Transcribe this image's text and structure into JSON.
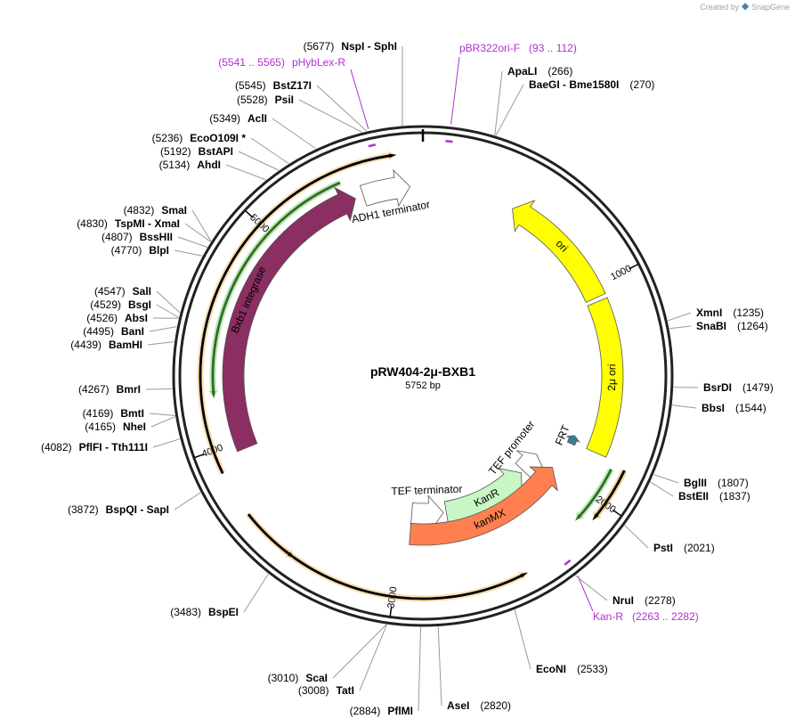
{
  "brand": {
    "created_by": "Created by",
    "product": "SnapGene",
    "icon": "snapgene-logo-icon"
  },
  "map": {
    "name": "pRW404-2μ-BXB1",
    "length_label": "5752 bp",
    "length": 5752
  },
  "ticks": [
    {
      "pos": 1000,
      "label": "1000"
    },
    {
      "pos": 2000,
      "label": "2000"
    },
    {
      "pos": 3000,
      "label": "3000"
    },
    {
      "pos": 4000,
      "label": "4000"
    },
    {
      "pos": 5000,
      "label": "5000"
    }
  ],
  "features": [
    {
      "name": "ori",
      "start": 450,
      "end": 1050,
      "ring": 0,
      "color": "#ffff00",
      "strand": -1,
      "label_inside": true
    },
    {
      "name": "2μ ori",
      "start": 1070,
      "end": 1820,
      "ring": 0,
      "color": "#ffff00",
      "strand": 0,
      "label_inside": true
    },
    {
      "name": "FRT",
      "start": 1780,
      "end": 1830,
      "ring": 3,
      "color": "#3b7f8f",
      "strand": -1,
      "label_inside": false
    },
    {
      "name": "TEF promoter",
      "start": 1990,
      "end": 2130,
      "ring": 2,
      "color": "#ffffff",
      "strand": -1,
      "label_inside": false
    },
    {
      "name": "KanR",
      "start": 2150,
      "end": 2720,
      "ring": 2,
      "color": "#c8f7c5",
      "strand": -1,
      "label_inside": true
    },
    {
      "name": "TEF terminator",
      "start": 2740,
      "end": 2950,
      "ring": 2,
      "color": "#ffffff",
      "strand": -1,
      "label_inside": false
    },
    {
      "name": "kanMX",
      "start": 2000,
      "end": 2950,
      "ring": 1,
      "color": "#ff7f50",
      "strand": -1,
      "label_inside": true
    },
    {
      "name": "Bxb1 integrase",
      "start": 3960,
      "end": 5420,
      "ring": 0,
      "color": "#8b2e62",
      "strand": 1,
      "label_inside": true
    },
    {
      "name": "ADH1 terminator",
      "start": 5460,
      "end": 5690,
      "ring": 0,
      "color": "#ffffff",
      "strand": 1,
      "label_inside": false
    }
  ],
  "orfs": [
    {
      "start": 1840,
      "end": 2080,
      "strand": 1,
      "color": "#e6b44c",
      "line": "#000000",
      "ring": 5
    },
    {
      "start": 2430,
      "end": 3500,
      "strand": -1,
      "color": "#f3c37a",
      "line": "#000000",
      "ring": 5
    },
    {
      "start": 3440,
      "end": 3700,
      "strand": -1,
      "color": "#f3c37a",
      "line": "#000000",
      "ring": 6
    },
    {
      "start": 3900,
      "end": 5640,
      "strand": 1,
      "color": "#f3c37a",
      "line": "#000000",
      "ring": 6
    },
    {
      "start": 4220,
      "end": 5380,
      "strand": -1,
      "color": "#8fd18a",
      "line": "#2f6f1e",
      "ring": 4
    },
    {
      "start": 1860,
      "end": 2130,
      "strand": 1,
      "color": "#8fd18a",
      "line": "#2f6f1e",
      "ring": 4
    }
  ],
  "primers": [
    {
      "pos": 5553,
      "label_name": "pHybLex-R",
      "label_range": "(5541 .. 5565)"
    },
    {
      "pos": 102,
      "label_name": "pBR322ori-F",
      "label_range": "(93 .. 112)"
    },
    {
      "pos": 2272,
      "label_name": "Kan-R",
      "label_range": "(2263 .. 2282)"
    }
  ],
  "sites": [
    {
      "pos": "5677",
      "text": "NspI  - SphI",
      "side": "L",
      "position": 5677
    },
    {
      "pos": "5545",
      "text": "BstZ17I",
      "side": "L",
      "position": 5545
    },
    {
      "pos": "5528",
      "text": "PsiI",
      "side": "L",
      "position": 5528
    },
    {
      "pos": "5349",
      "text": "AclI",
      "side": "L",
      "position": 5349
    },
    {
      "pos": "5236",
      "text": "EcoO109I *",
      "side": "L",
      "position": 5236
    },
    {
      "pos": "5192",
      "text": "BstAPI",
      "side": "L",
      "position": 5192
    },
    {
      "pos": "5134",
      "text": "AhdI",
      "side": "L",
      "position": 5134
    },
    {
      "pos": "4832",
      "text": "SmaI",
      "side": "L",
      "position": 4832
    },
    {
      "pos": "4830",
      "text": "TspMI  - XmaI",
      "side": "L",
      "position": 4830
    },
    {
      "pos": "4807",
      "text": "BssHII",
      "side": "L",
      "position": 4807
    },
    {
      "pos": "4770",
      "text": "BlpI",
      "side": "L",
      "position": 4770
    },
    {
      "pos": "4547",
      "text": "SalI",
      "side": "L",
      "position": 4547
    },
    {
      "pos": "4529",
      "text": "BsgI",
      "side": "L",
      "position": 4529
    },
    {
      "pos": "4526",
      "text": "AbsI",
      "side": "L",
      "position": 4526
    },
    {
      "pos": "4495",
      "text": "BanI",
      "side": "L",
      "position": 4495
    },
    {
      "pos": "4439",
      "text": "BamHI",
      "side": "L",
      "position": 4439
    },
    {
      "pos": "4267",
      "text": "BmrI",
      "side": "L",
      "position": 4267
    },
    {
      "pos": "4169",
      "text": "BmtI",
      "side": "L",
      "position": 4169
    },
    {
      "pos": "4165",
      "text": "NheI",
      "side": "L",
      "position": 4165
    },
    {
      "pos": "4082",
      "text": "PflFI  - Tth111I",
      "side": "L",
      "position": 4082
    },
    {
      "pos": "3872",
      "text": "BspQI  - SapI",
      "side": "L",
      "position": 3872
    },
    {
      "pos": "3483",
      "text": "BspEI",
      "side": "L",
      "position": 3483
    },
    {
      "pos": "3010",
      "text": "ScaI",
      "side": "L",
      "position": 3010
    },
    {
      "pos": "3008",
      "text": "TatI",
      "side": "L",
      "position": 3008
    },
    {
      "pos": "2884",
      "text": "PflMI",
      "side": "L",
      "position": 2884
    },
    {
      "pos": "2820",
      "text": "AseI",
      "side": "R",
      "position": 2820
    },
    {
      "pos": "2533",
      "text": "EcoNI",
      "side": "R",
      "position": 2533
    },
    {
      "pos": "2278",
      "text": "NruI",
      "side": "R",
      "position": 2278
    },
    {
      "pos": "2021",
      "text": "PstI",
      "side": "R",
      "position": 2021
    },
    {
      "pos": "1837",
      "text": "BstEII",
      "side": "R",
      "position": 1837
    },
    {
      "pos": "1807",
      "text": "BglII",
      "side": "R",
      "position": 1807
    },
    {
      "pos": "1544",
      "text": "BbsI",
      "side": "R",
      "position": 1544
    },
    {
      "pos": "1479",
      "text": "BsrDI",
      "side": "R",
      "position": 1479
    },
    {
      "pos": "1264",
      "text": "SnaBI",
      "side": "R",
      "position": 1264
    },
    {
      "pos": "1235",
      "text": "XmnI",
      "side": "R",
      "position": 1235
    },
    {
      "pos": "270",
      "text": "BaeGI  - Bme1580I",
      "side": "R",
      "position": 270
    },
    {
      "pos": "266",
      "text": "ApaLI",
      "side": "R",
      "position": 266
    }
  ]
}
